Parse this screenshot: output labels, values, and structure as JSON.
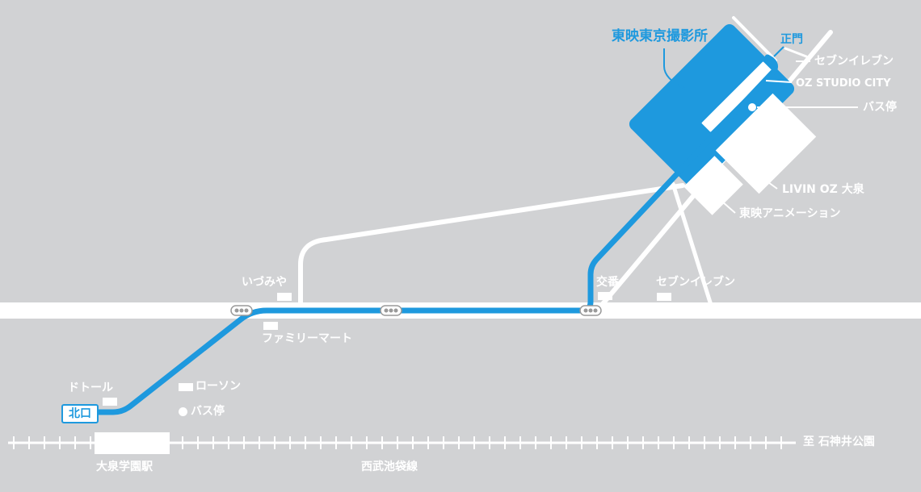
{
  "colors": {
    "background": "#d1d2d4",
    "road": "#ffffff",
    "route": "#1e99de",
    "studio": "#1e99de"
  },
  "labels": {
    "studio": "東映東京撮影所",
    "main_gate": "正門",
    "seven_top": "セブンイレブン",
    "oz_studio_city": "OZ STUDIO CITY",
    "bus_stop_top": "バス停",
    "livin_oz": "LIVIN OZ 大泉",
    "toei_animation": "東映アニメーション",
    "izumiya": "いづみや",
    "koban": "交番",
    "seven_mid": "セブンイレブン",
    "familymart": "ファミリーマート",
    "doutor": "ドトール",
    "lawson": "ローソン",
    "bus_stop_bottom": "バス停",
    "north_exit": "北口",
    "station": "大泉学園駅",
    "railway": "西武池袋線",
    "direction": "至 石神井公園"
  },
  "icons": [
    "crosswalk-icon",
    "shop-icon",
    "bus-stop-icon",
    "station-building-icon"
  ]
}
